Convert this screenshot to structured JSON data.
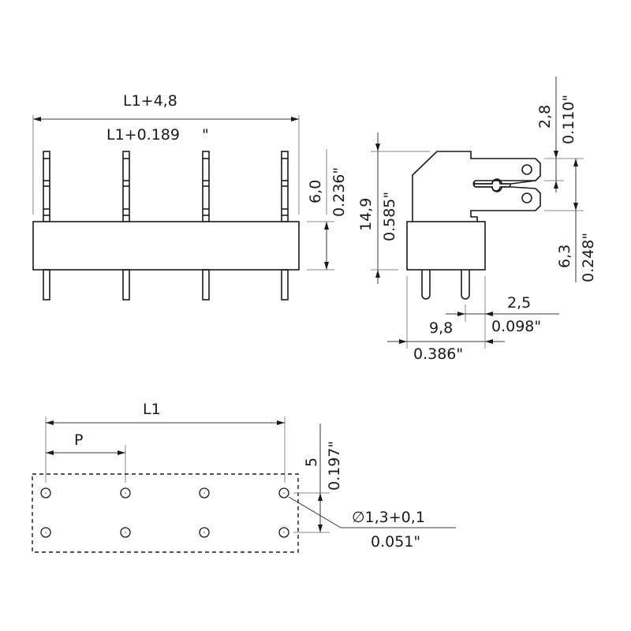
{
  "drawing": {
    "title": "Connector dimension drawing",
    "colors": {
      "line": "#1a1a1a",
      "extension_line": "#8a8a8a",
      "background": "#ffffff"
    }
  },
  "front_view": {
    "overall_length_mm": "L1+4,8",
    "overall_length_in": "L1+0.189",
    "inch_mark": "\"",
    "body_height_mm": "6,0",
    "body_height_in": "0.236\"",
    "pin_count": 4
  },
  "side_view": {
    "total_height_mm": "14,9",
    "total_height_in": "0.585\"",
    "tab_width_mm": "2,8",
    "tab_width_in": "0.110\"",
    "tab_span_mm": "6,3",
    "tab_span_in": "0.248\"",
    "pin_offset_mm": "2,5",
    "pin_offset_in": "0.098\"",
    "body_depth_mm": "9,8",
    "body_depth_in": "0.386\""
  },
  "footprint_view": {
    "length_label": "L1",
    "pitch_label": "P",
    "row_spacing_mm": "5",
    "row_spacing_in": "0.197\"",
    "hole_diameter_mm": "∅1,3+0,1",
    "hole_diameter_in": "0.051\"",
    "holes_per_row": 4,
    "rows": 2
  }
}
